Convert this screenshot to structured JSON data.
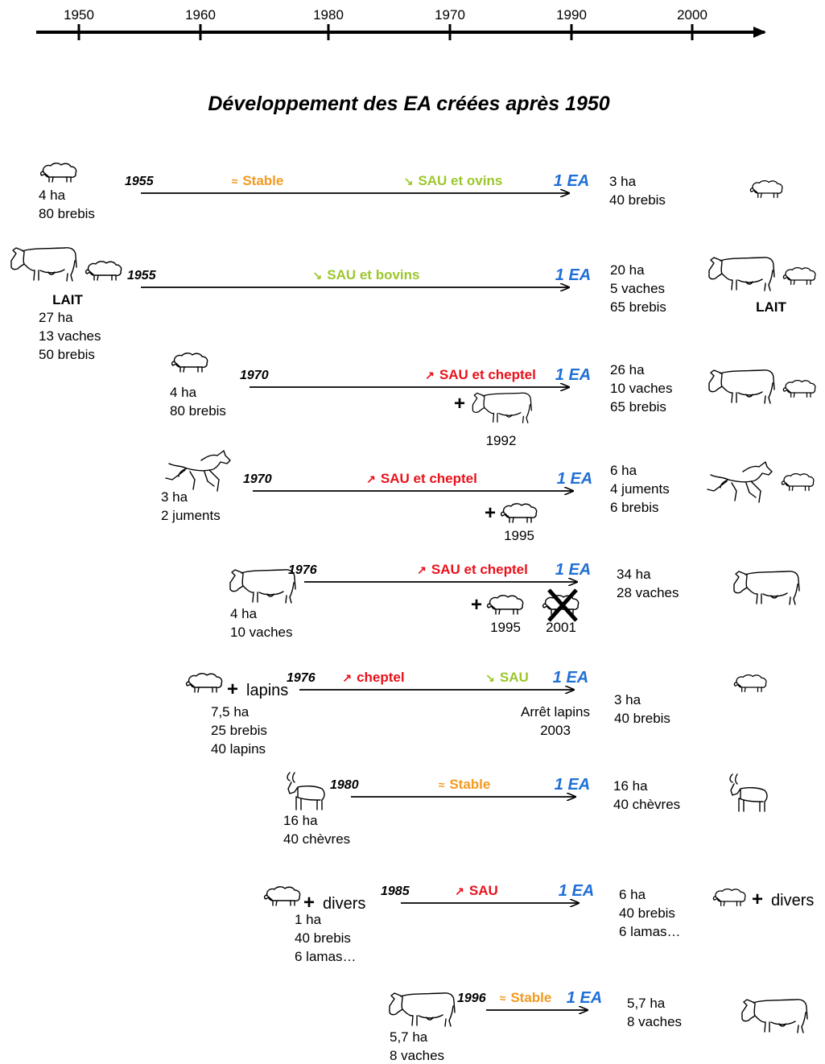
{
  "timeline": {
    "ticks": [
      "1950",
      "1960",
      "1980",
      "1970",
      "1990",
      "2000"
    ]
  },
  "title": "Développement des EA créées après 1950",
  "colors": {
    "stable": "#f39a1f",
    "decrease": "#9cc72c",
    "increase": "#e8121b",
    "ea": "#1f6fd6"
  },
  "symbols": {
    "decrease": "↘",
    "increase": "↗",
    "stable": "≈"
  },
  "rows": [
    {
      "start_year": "1955",
      "start_icons": [
        "sheep-icon"
      ],
      "start_lines": [
        "4 ha",
        "80 brebis"
      ],
      "labels": [
        {
          "symbol": "≈",
          "text": "Stable",
          "kind": "stable"
        },
        {
          "symbol": "↘",
          "text": "SAU et ovins",
          "kind": "decrease"
        }
      ],
      "result": "1 EA",
      "end_lines": [
        "3 ha",
        "40 brebis"
      ],
      "end_icons": [
        "sheep-icon"
      ]
    },
    {
      "start_year": "1955",
      "start_icons": [
        "cow-icon",
        "sheep-icon"
      ],
      "start_tag": "LAIT",
      "start_lines": [
        "27 ha",
        "13 vaches",
        "50 brebis"
      ],
      "labels": [
        {
          "symbol": "↘",
          "text": "SAU et bovins",
          "kind": "decrease"
        }
      ],
      "result": "1 EA",
      "end_lines": [
        "20 ha",
        "5 vaches",
        "65 brebis"
      ],
      "end_icons": [
        "cow-icon",
        "sheep-icon"
      ],
      "end_tag": "LAIT"
    },
    {
      "start_year": "1970",
      "start_icons": [
        "sheep-icon"
      ],
      "start_lines": [
        "4 ha",
        "80 brebis"
      ],
      "labels": [
        {
          "symbol": "↗",
          "text": "SAU et cheptel",
          "kind": "increase"
        }
      ],
      "additions": [
        {
          "icon": "cow-icon",
          "year": "1992"
        }
      ],
      "result": "1 EA",
      "end_lines": [
        "26 ha",
        "10 vaches",
        "65 brebis"
      ],
      "end_icons": [
        "cow-icon",
        "sheep-icon"
      ]
    },
    {
      "start_year": "1970",
      "start_icons": [
        "horse-icon"
      ],
      "start_lines": [
        "3 ha",
        "2 juments"
      ],
      "labels": [
        {
          "symbol": "↗",
          "text": "SAU et cheptel",
          "kind": "increase"
        }
      ],
      "additions": [
        {
          "icon": "sheep-icon",
          "year": "1995"
        }
      ],
      "result": "1 EA",
      "end_lines": [
        "6 ha",
        "4 juments",
        "6 brebis"
      ],
      "end_icons": [
        "horse-icon",
        "sheep-icon"
      ]
    },
    {
      "start_year": "1976",
      "start_icons": [
        "cow-icon"
      ],
      "start_lines": [
        "4 ha",
        "10 vaches"
      ],
      "labels": [
        {
          "symbol": "↗",
          "text": "SAU et cheptel",
          "kind": "increase"
        }
      ],
      "additions": [
        {
          "icon": "sheep-icon",
          "year": "1995"
        },
        {
          "icon": "sheep-crossed-icon",
          "year": "2001"
        }
      ],
      "result": "1 EA",
      "end_lines": [
        "34 ha",
        "28 vaches"
      ],
      "end_icons": [
        "cow-icon"
      ]
    },
    {
      "start_year": "1976",
      "start_icons": [
        "sheep-icon"
      ],
      "start_extra": "lapins",
      "start_lines": [
        "7,5 ha",
        "25 brebis",
        "40 lapins"
      ],
      "labels": [
        {
          "symbol": "↗",
          "text": "cheptel",
          "kind": "increase"
        },
        {
          "symbol": "↘",
          "text": "SAU",
          "kind": "decrease"
        }
      ],
      "note_lines": [
        "Arrêt lapins",
        "2003"
      ],
      "result": "1 EA",
      "end_lines": [
        "3 ha",
        "40 brebis"
      ],
      "end_icons": [
        "sheep-icon"
      ]
    },
    {
      "start_year": "1980",
      "start_icons": [
        "goat-icon"
      ],
      "start_lines": [
        "16 ha",
        "40 chèvres"
      ],
      "labels": [
        {
          "symbol": "≈",
          "text": "Stable",
          "kind": "stable"
        }
      ],
      "result": "1 EA",
      "end_lines": [
        "16 ha",
        "40 chèvres"
      ],
      "end_icons": [
        "goat-icon"
      ]
    },
    {
      "start_year": "1985",
      "start_icons": [
        "sheep-icon"
      ],
      "start_extra": "divers",
      "start_lines": [
        "1 ha",
        "40 brebis",
        "6 lamas…"
      ],
      "labels": [
        {
          "symbol": "↗",
          "text": "SAU",
          "kind": "increase"
        }
      ],
      "result": "1 EA",
      "end_lines": [
        "6 ha",
        "40 brebis",
        "6 lamas…"
      ],
      "end_icons": [
        "sheep-icon"
      ],
      "end_extra": "divers"
    },
    {
      "start_year": "1996",
      "start_icons": [
        "cow-icon"
      ],
      "start_lines": [
        "5,7 ha",
        "8 vaches"
      ],
      "labels": [
        {
          "symbol": "≈",
          "text": "Stable",
          "kind": "stable"
        }
      ],
      "result": "1 EA",
      "end_lines": [
        "5,7 ha",
        "8 vaches"
      ],
      "end_icons": [
        "cow-icon"
      ]
    }
  ]
}
